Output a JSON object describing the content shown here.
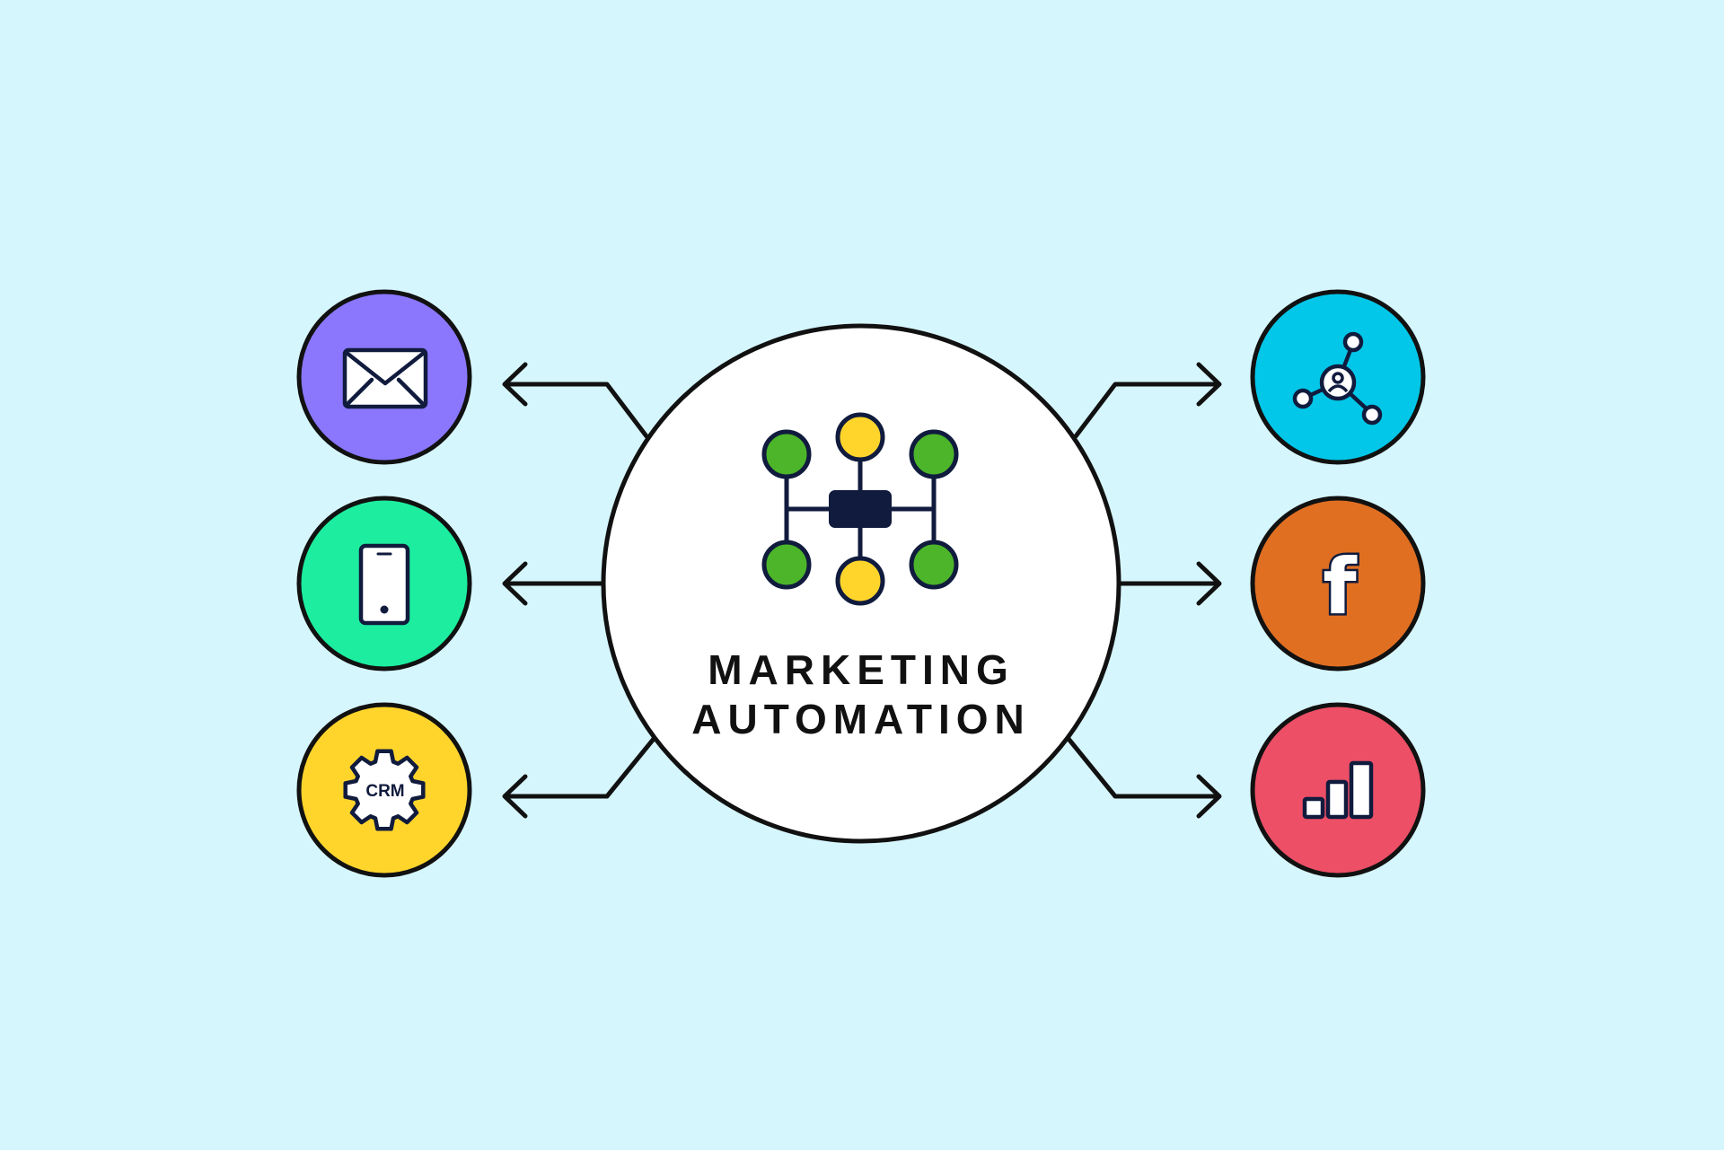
{
  "center": {
    "title_line1": "MARKETING",
    "title_line2": "AUTOMATION"
  },
  "channels": {
    "left": [
      {
        "id": "email",
        "icon": "envelope-icon",
        "color": "#8a77fd"
      },
      {
        "id": "mobile",
        "icon": "smartphone-icon",
        "color": "#1ded9f"
      },
      {
        "id": "crm",
        "icon": "crm-gear-icon",
        "color": "#ffd52c",
        "label": "CRM"
      }
    ],
    "right": [
      {
        "id": "network",
        "icon": "network-nodes-icon",
        "color": "#02c7e8"
      },
      {
        "id": "facebook",
        "icon": "facebook-icon",
        "color": "#e06f22",
        "label": "f"
      },
      {
        "id": "analytics",
        "icon": "bar-chart-icon",
        "color": "#ec4f66"
      }
    ]
  },
  "colors": {
    "background": "#d6f6fd",
    "outline": "#111111",
    "icon_ink": "#101b3d",
    "node_green": "#4cb52a",
    "node_yellow": "#ffd52c"
  }
}
